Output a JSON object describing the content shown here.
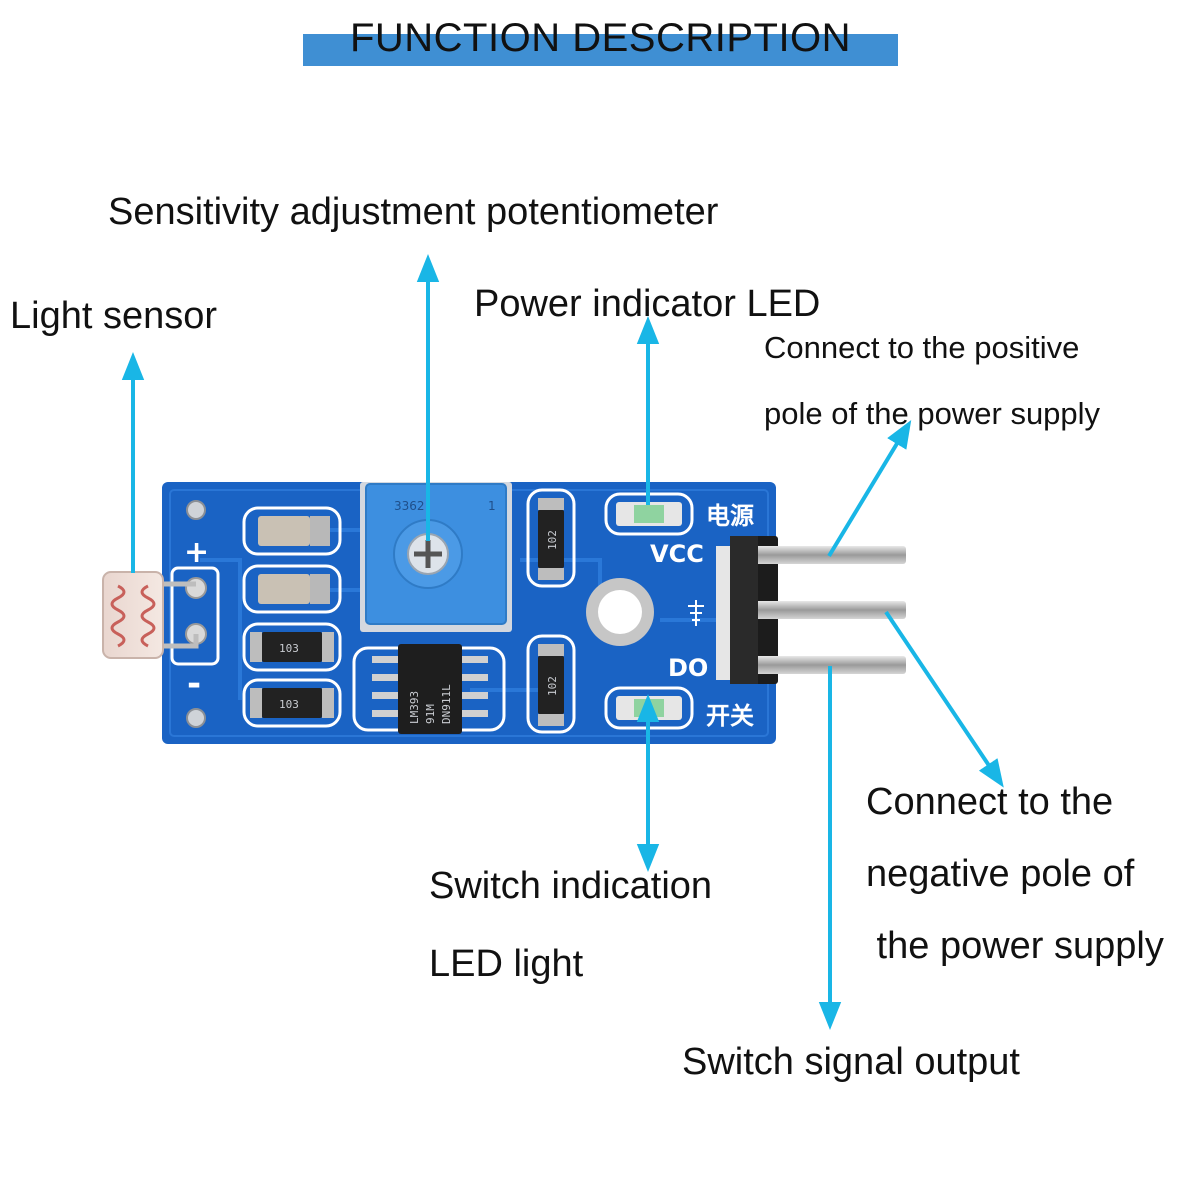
{
  "title": "FUNCTION DESCRIPTION",
  "labels": {
    "potentiometer": "Sensitivity adjustment potentiometer",
    "light_sensor": "Light sensor",
    "power_led": "Power indicator LED",
    "vcc_line1": "Connect to the positive",
    "vcc_line2": "pole of the power supply",
    "gnd_line1": "Connect to the",
    "gnd_line2": "negative pole of",
    "gnd_line3": " the power supply",
    "switch_led_line1": "Switch indication",
    "switch_led_line2": "LED light",
    "signal_output": "Switch signal output"
  },
  "board": {
    "pin_vcc": "VCC",
    "pin_do": "DO",
    "cn_power": "电源",
    "cn_switch": "开关",
    "plus": "+",
    "minus": "-",
    "chip_line1": "LM393",
    "chip_line2": "91M",
    "chip_line3": "DN911L",
    "resistor_1": "103",
    "resistor_2": "103",
    "resistor_3": "102",
    "resistor_4": "102",
    "trimmer": "3362",
    "trimmer_pin": "1"
  },
  "colors": {
    "banner": "#3f8fd3",
    "arrow": "#19b6e6",
    "pcb": "#1a63c4",
    "trimmer": "#3d8fe0"
  }
}
